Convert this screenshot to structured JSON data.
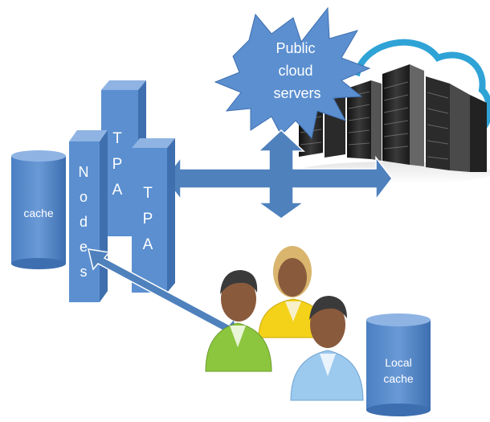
{
  "labels": {
    "cache": "cache",
    "nodes_letters": [
      "N",
      "o",
      "d",
      "e",
      "s"
    ],
    "tpa_back_letters": [
      "T",
      "P",
      "A"
    ],
    "tpa_front_letters": [
      "T",
      "P",
      "A"
    ],
    "cloud_lines": [
      "Public",
      "cloud",
      "servers"
    ],
    "local_cache_lines": [
      "Local",
      "cache"
    ]
  },
  "colors": {
    "block_face": "#5b8fd0",
    "block_side": "#3f6fae",
    "block_top": "#8fb4e4",
    "arrow": "#4f81bd",
    "cloud_outline": "#2fa3d6",
    "person_skin": "#8a5a3c",
    "person_hair_dark": "#3a3a3a",
    "person_hair_blonde": "#d9b56e",
    "shirt_green": "#8cc63f",
    "shirt_yellow": "#f4d21a",
    "shirt_blue": "#9cc9ee"
  },
  "icons": [
    "server-rack-icon",
    "person-icon",
    "cloud-icon",
    "starburst-icon"
  ]
}
